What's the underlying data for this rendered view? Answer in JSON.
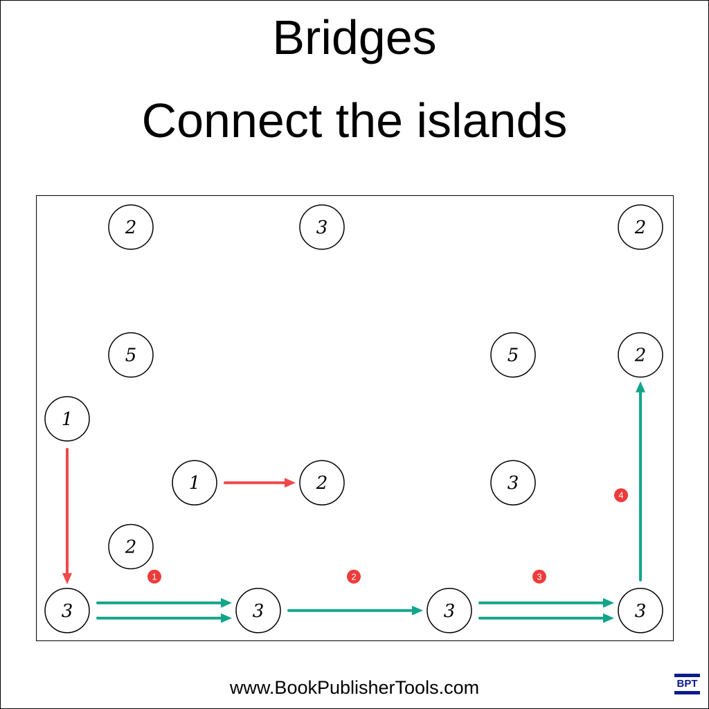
{
  "title": "Bridges",
  "subtitle": "Connect the islands",
  "footer": "www.BookPublisherTools.com",
  "logo_text": "BPT",
  "colors": {
    "red": "#f04848",
    "green": "#12a58a",
    "badge": "#ee3b3b",
    "logo": "#0d1c8c"
  },
  "grid": {
    "rows": 7,
    "cols": 10
  },
  "islands": [
    {
      "row": 0,
      "col": 1,
      "value": "2"
    },
    {
      "row": 0,
      "col": 4,
      "value": "3"
    },
    {
      "row": 0,
      "col": 9,
      "value": "2"
    },
    {
      "row": 2,
      "col": 1,
      "value": "5"
    },
    {
      "row": 2,
      "col": 7,
      "value": "5"
    },
    {
      "row": 2,
      "col": 9,
      "value": "2"
    },
    {
      "row": 3,
      "col": 0,
      "value": "1"
    },
    {
      "row": 4,
      "col": 2,
      "value": "1"
    },
    {
      "row": 4,
      "col": 4,
      "value": "2"
    },
    {
      "row": 4,
      "col": 7,
      "value": "3"
    },
    {
      "row": 5,
      "col": 1,
      "value": "2"
    },
    {
      "row": 6,
      "col": 0,
      "value": "3"
    },
    {
      "row": 6,
      "col": 3,
      "value": "3"
    },
    {
      "row": 6,
      "col": 6,
      "value": "3"
    },
    {
      "row": 6,
      "col": 9,
      "value": "3"
    }
  ],
  "bridges": [
    {
      "from": [
        3,
        0
      ],
      "to": [
        6,
        0
      ],
      "count": 1,
      "color": "red"
    },
    {
      "from": [
        4,
        2
      ],
      "to": [
        4,
        4
      ],
      "count": 1,
      "color": "red"
    },
    {
      "from": [
        6,
        0
      ],
      "to": [
        6,
        3
      ],
      "count": 2,
      "color": "green",
      "step": "1"
    },
    {
      "from": [
        6,
        3
      ],
      "to": [
        6,
        6
      ],
      "count": 1,
      "color": "green",
      "step": "2"
    },
    {
      "from": [
        6,
        6
      ],
      "to": [
        6,
        9
      ],
      "count": 2,
      "color": "green",
      "step": "3"
    },
    {
      "from": [
        6,
        9
      ],
      "to": [
        2,
        9
      ],
      "count": 1,
      "color": "green",
      "step": "4"
    }
  ]
}
